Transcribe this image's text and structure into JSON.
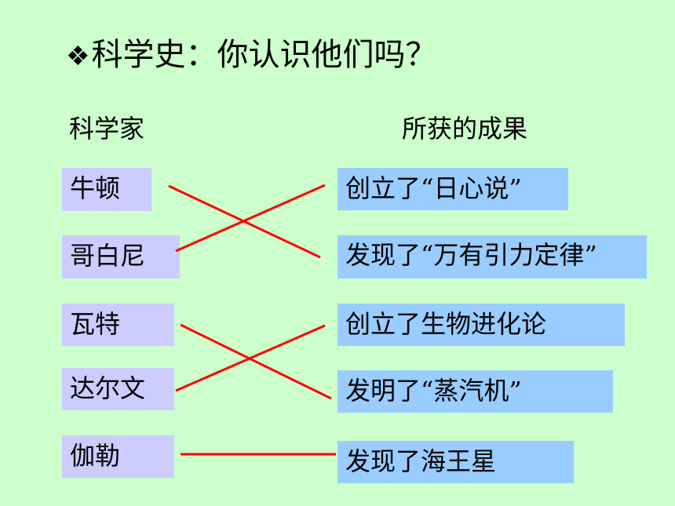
{
  "title": {
    "bullet": "❖",
    "text": "科学史：你认识他们吗？"
  },
  "headers": {
    "scientists": "科学家",
    "achievements": "所获的成果"
  },
  "scientists": [
    "牛顿",
    "哥白尼",
    "瓦特",
    "达尔文",
    "伽勒"
  ],
  "achievements": [
    "创立了“日心说”",
    "发现了“万有引力定律”",
    "创立了生物进化论",
    "发明了“蒸汽机”",
    "发现了海王星"
  ],
  "matches": [
    {
      "scientist": "牛顿",
      "achievement": "发现了“万有引力定律”"
    },
    {
      "scientist": "哥白尼",
      "achievement": "创立了“日心说”"
    },
    {
      "scientist": "瓦特",
      "achievement": "发明了“蒸汽机”"
    },
    {
      "scientist": "达尔文",
      "achievement": "创立了生物进化论"
    },
    {
      "scientist": "伽勒",
      "achievement": "发现了海王星"
    }
  ],
  "colors": {
    "background": "#ccffcc",
    "scientist_box": "#ccccff",
    "achievement_box": "#99ccff",
    "line": "#ff0000"
  }
}
